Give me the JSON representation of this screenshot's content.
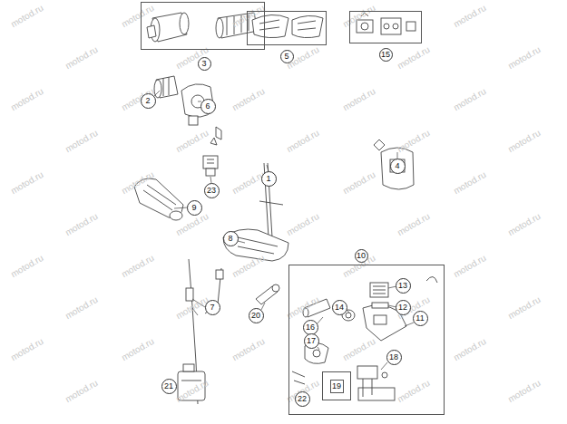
{
  "diagram": {
    "nodes": [
      {
        "text": [
          "3"
        ]
      },
      {
        "text": [
          "5"
        ]
      },
      {
        "text": [
          "15"
        ]
      },
      {
        "text": [
          "2"
        ]
      },
      {
        "text": [
          "6"
        ]
      },
      {
        "text": [
          "4"
        ]
      },
      {
        "text": [
          "1"
        ]
      },
      {
        "text": [
          "23"
        ]
      },
      {
        "text": [
          "9"
        ]
      },
      {
        "text": [
          "8"
        ]
      },
      {
        "text": [
          "10"
        ]
      },
      {
        "text": [
          "13"
        ],
        "in": 10
      },
      {
        "text": [
          "12"
        ],
        "in": 10
      },
      {
        "text": [
          "14"
        ],
        "in": 10
      },
      {
        "text": [
          "7"
        ]
      },
      {
        "text": [
          "20"
        ]
      },
      {
        "text": [
          "11"
        ],
        "in": 10
      },
      {
        "text": [
          "16"
        ],
        "in": 10
      },
      {
        "text": [
          "17"
        ],
        "in": 10
      },
      {
        "text": [
          "18"
        ],
        "in": 10
      },
      {
        "text": [
          "19"
        ],
        "in": 10
      },
      {
        "text": [
          "21"
        ]
      },
      {
        "text": [
          "22"
        ],
        "in": 10
      }
    ],
    "labels": [
      "motod.ru",
      "motod.ru",
      "motod.ru",
      "motod.ru",
      "motod.ru",
      "motod.ru",
      "motod.ru",
      "motod.ru",
      "motod.ru",
      "motod.ru",
      "motod.ru",
      "motod.ru",
      "motod.ru",
      "motod.ru",
      "motod.ru",
      "motod.ru",
      "motod.ru",
      "motod.ru",
      "motod.ru",
      "motod.ru",
      "motod.ru",
      "motod.ru",
      "motod.ru",
      "motod.ru",
      "motod.ru",
      "motod.ru",
      "motod.ru",
      "motod.ru",
      "motod.ru",
      "motod.ru",
      "motod.ru",
      "motod.ru",
      "motod.ru",
      "motod.ru",
      "motod.ru",
      "motod.ru",
      "motod.ru",
      "motod.ru",
      "motod.ru",
      "motod.ru",
      "motod.ru",
      "motod.ru",
      "motod.ru",
      "motod.ru",
      "motod.ru",
      "motod.ru",
      "motod.ru",
      "motod.ru",
      "motod.ru",
      "motod.ru"
    ]
  }
}
